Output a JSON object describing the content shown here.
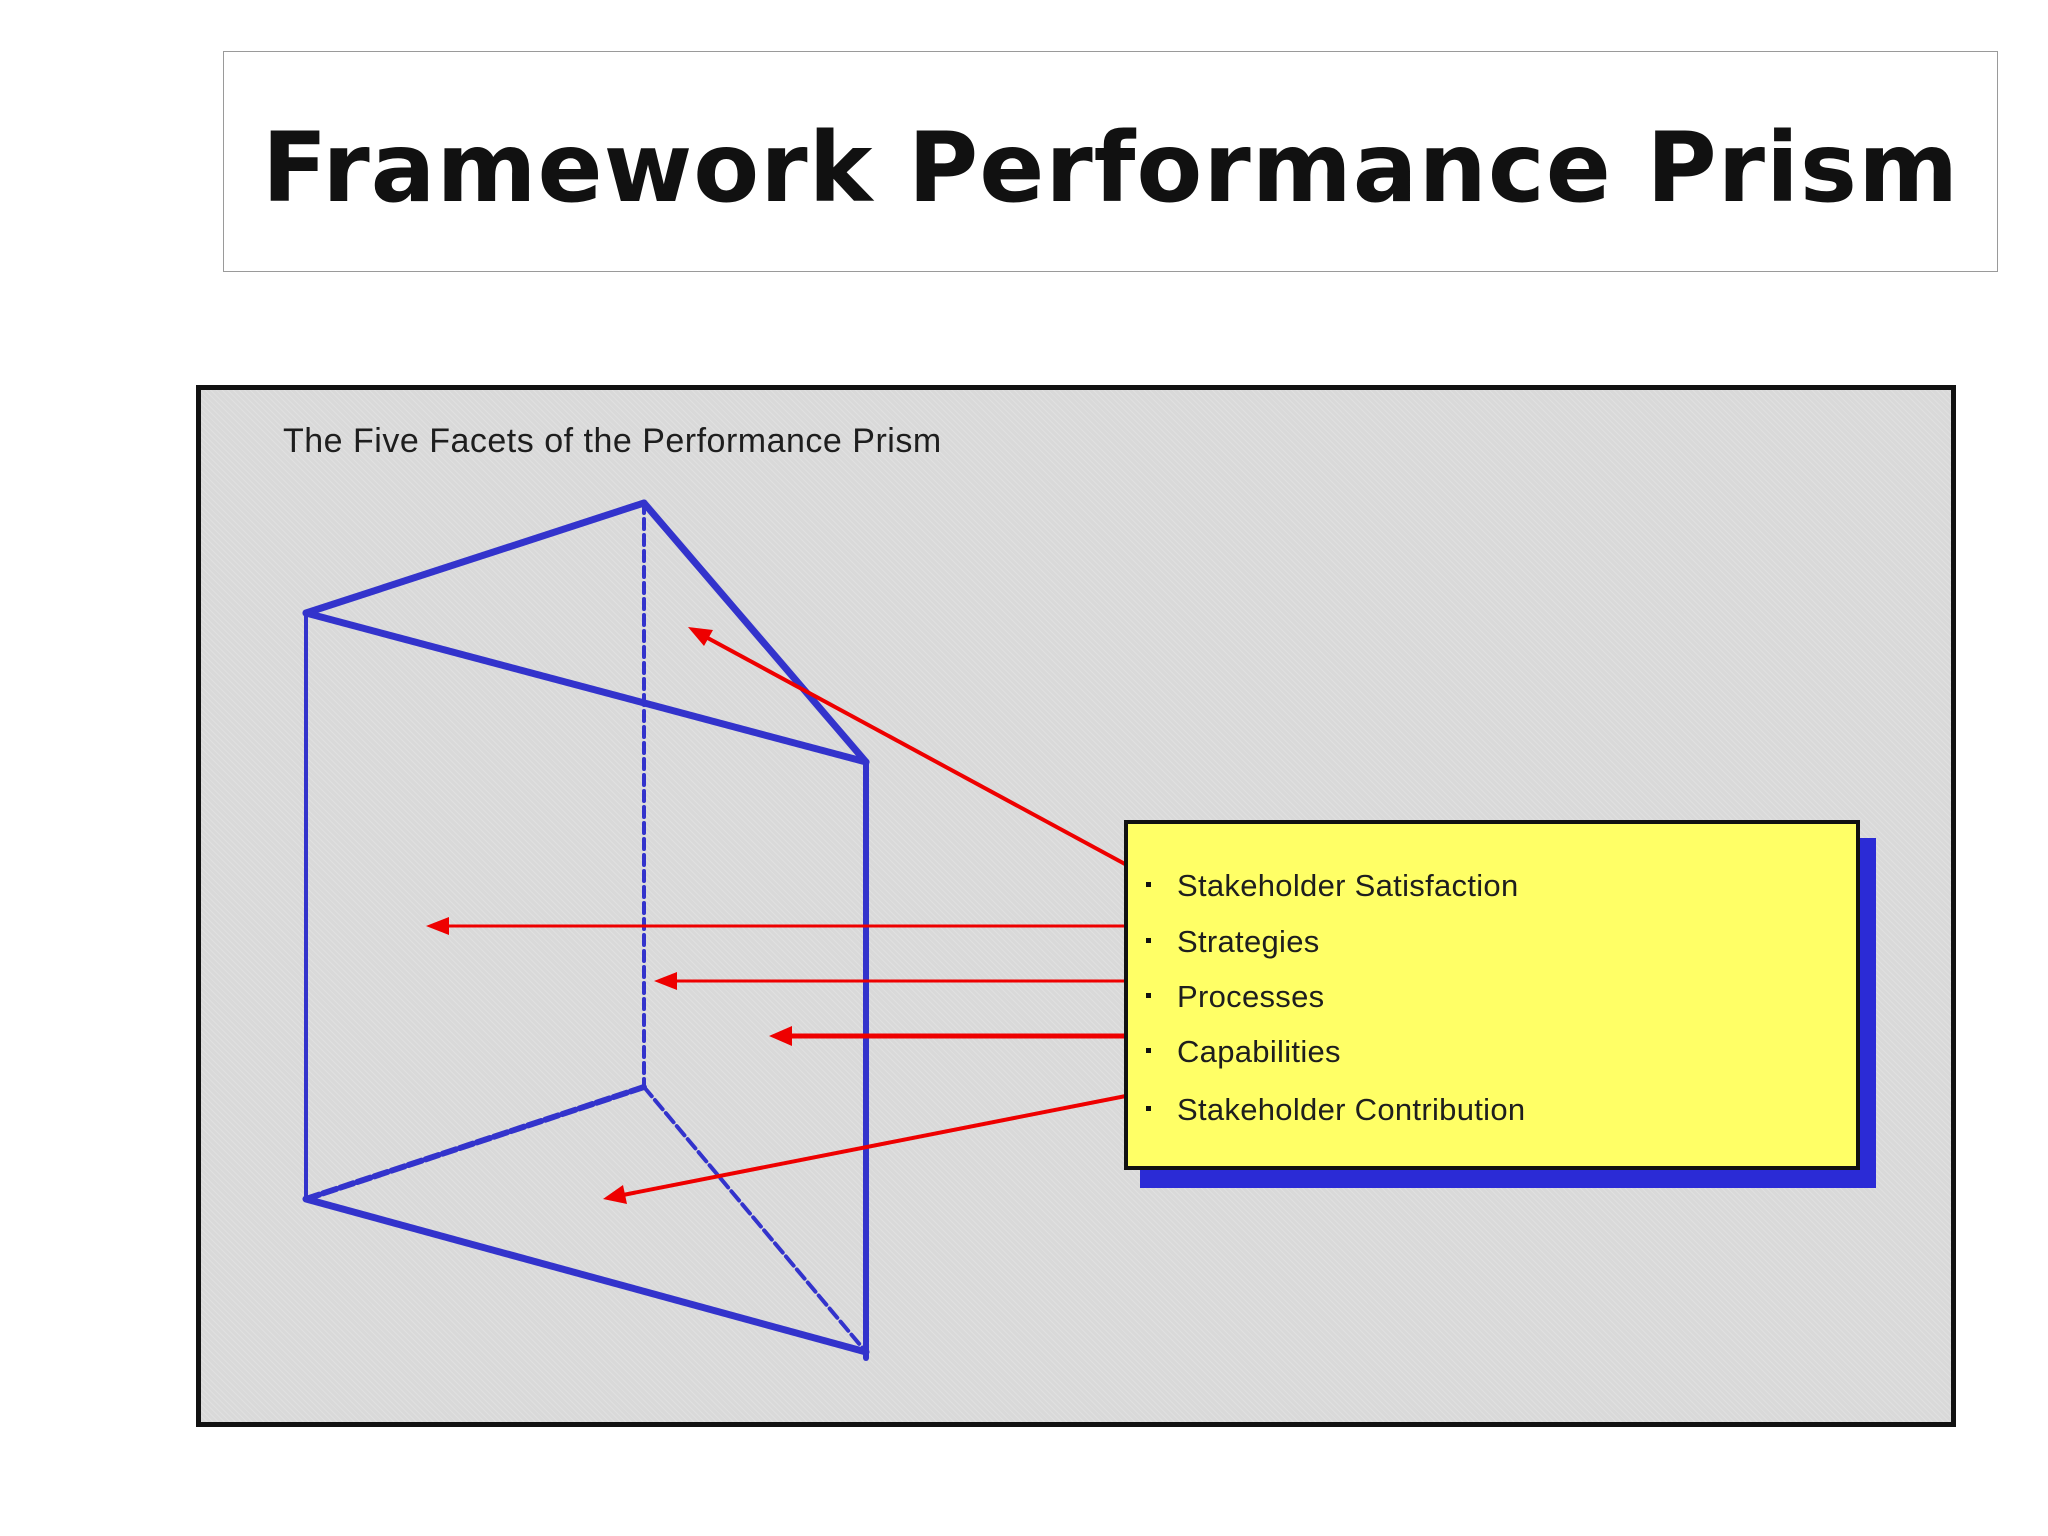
{
  "slide": {
    "title": "Framework Performance Prism"
  },
  "figure": {
    "caption": "The Five Facets of the Performance Prism",
    "facets": [
      "Stakeholder Satisfaction",
      "Strategies",
      "Processes",
      "Capabilities",
      "Stakeholder Contribution"
    ]
  },
  "colors": {
    "prism_edges": "#3333cc",
    "arrows": "#ee0000",
    "facet_box_fill": "#ffff66",
    "facet_box_shadow": "#2b2bd6",
    "figure_background": "#d9d9d9"
  }
}
